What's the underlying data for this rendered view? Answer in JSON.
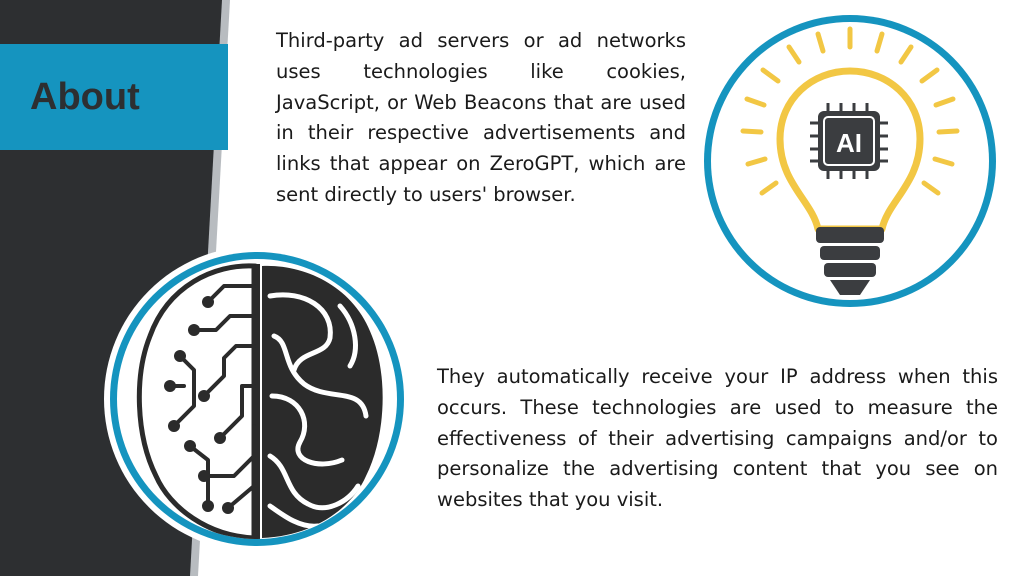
{
  "header": {
    "title": "About"
  },
  "paragraphs": {
    "top": "Third-party ad servers or ad networks uses technologies like cookies, JavaScript, or Web Beacons that are used in their respective advertisements and links that appear on ZeroGPT, which are sent directly to users' browser.",
    "bottom": "They automatically receive your IP address when this occurs. These technologies are used to measure the effectiveness of their advertising campaigns and/or to personalize the advertising content that you see on websites that you visit."
  },
  "bulb": {
    "chip_label": "AI"
  },
  "colors": {
    "dark_panel": "#2d2f31",
    "accent_blue": "#1594bf",
    "bulb_yellow": "#f2c744",
    "bulb_base": "#3b3d40",
    "stripe_gray": "#b8bcc0"
  },
  "icons": [
    "lightbulb-ai-icon",
    "brain-circuit-icon"
  ]
}
